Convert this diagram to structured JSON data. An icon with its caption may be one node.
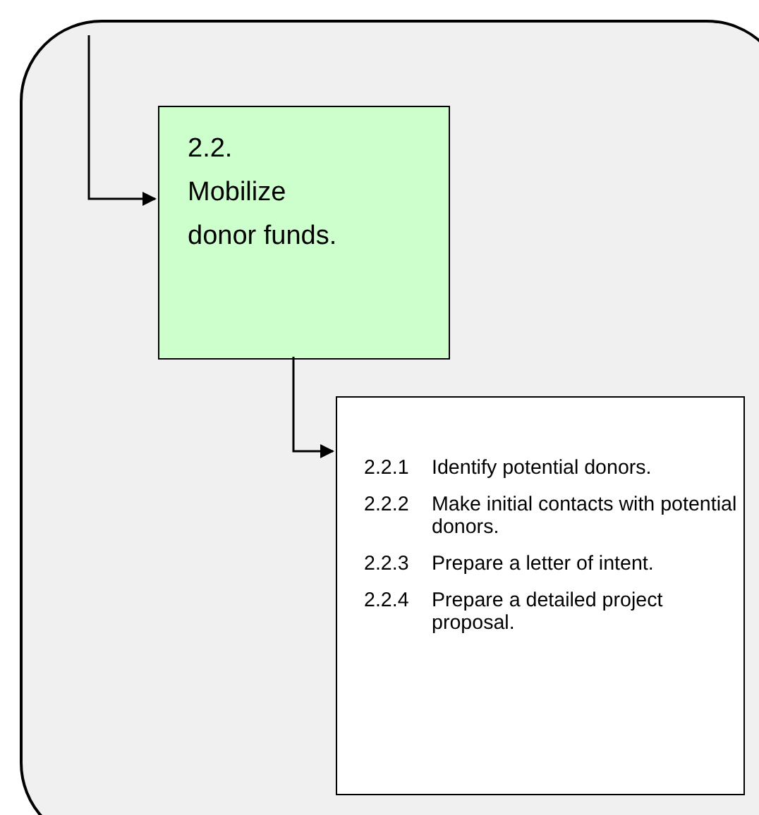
{
  "diagram": {
    "nodes": [
      {
        "text": [],
        "shape": "box"
      },
      {
        "text": [
          "2.2.",
          "Mobilize donor funds."
        ],
        "in": 0
      },
      {
        "text": [
          "2.2.1",
          "Identify potential donors.",
          "2.2.2",
          "Make initial contacts with potential donors.",
          "2.2.3",
          "Prepare a letter of intent.",
          "2.2.4",
          "Prepare a detailed project proposal."
        ],
        "in": 0
      }
    ],
    "edges": [
      {
        "from": null,
        "to": 1,
        "arrow": "to"
      },
      {
        "from": 1,
        "to": 2,
        "arrow": "to"
      }
    ]
  }
}
